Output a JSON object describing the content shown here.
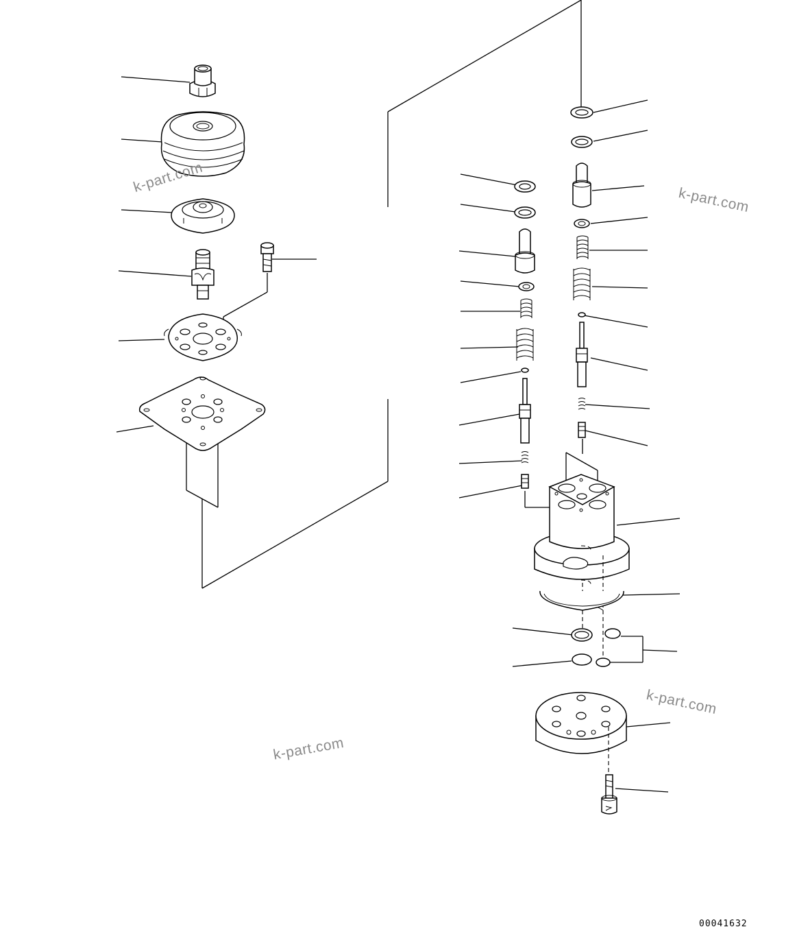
{
  "diagram": {
    "drawing_number": "00041632",
    "watermarks": [
      "k-part.com",
      "k-part.com",
      "k-part.com",
      "k-part.com"
    ]
  }
}
